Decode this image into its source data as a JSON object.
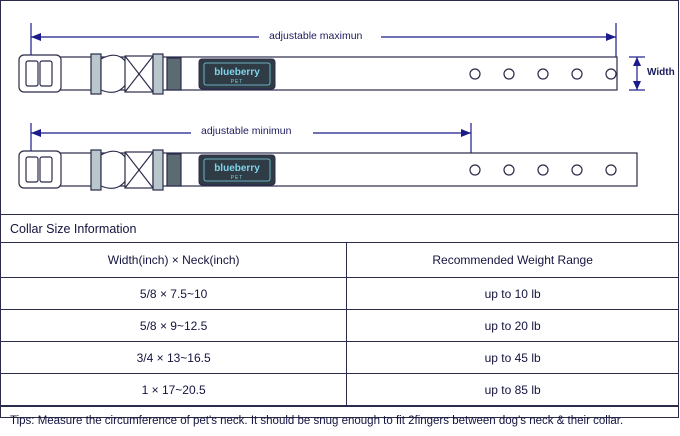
{
  "diagram": {
    "top_dimension_label": "adjustable maximun",
    "bottom_dimension_label": "adjustable minimun",
    "width_label": "Width",
    "brand_text": "blueberry",
    "brand_subtext": "PET",
    "brand_bg": "#2f3b45",
    "brand_fg": "#7fd4ea",
    "line_color": "#1b1b8a",
    "outline_color": "#2b2b4a"
  },
  "table": {
    "section_title": "Collar Size Information",
    "headers": [
      "Width(inch) × Neck(inch)",
      "Recommended Weight Range"
    ],
    "rows": [
      [
        "5/8 × 7.5~10",
        "up to 10 lb"
      ],
      [
        "5/8 × 9~12.5",
        "up to 20 lb"
      ],
      [
        "3/4 × 13~16.5",
        "up to 45 lb"
      ],
      [
        "1 × 17~20.5",
        "up to 85 lb"
      ]
    ],
    "tips": "Tips: Measure the circumference of pet's neck. It should be snug enough to fit 2fingers between dog's neck & their collar."
  }
}
